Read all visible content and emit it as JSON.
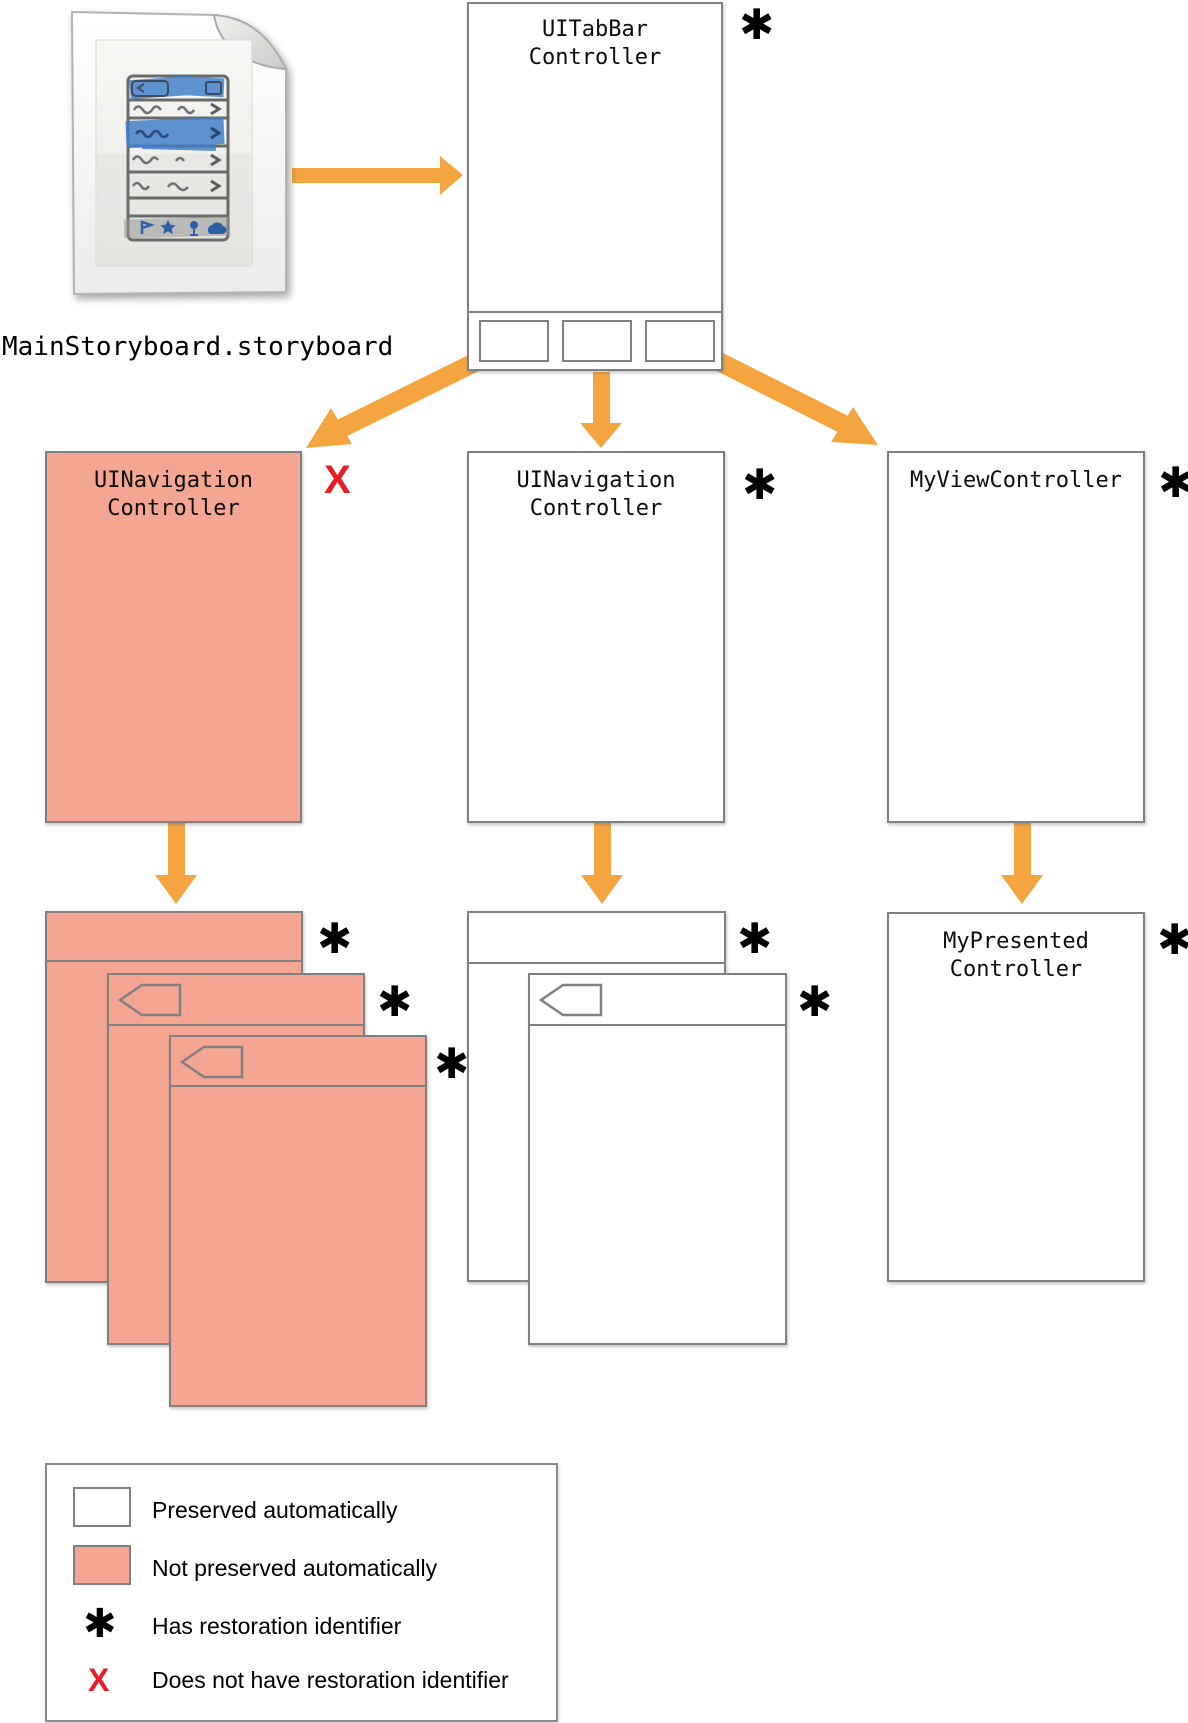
{
  "colors": {
    "arrow_orange": "#F5A540",
    "not_preserved_pink": "#F4A692",
    "box_border_gray": "#808080",
    "x_red": "#EC1B23",
    "text_black": "#000000"
  },
  "storyboard_file": {
    "icon": "storyboard-file-icon",
    "label": "MainStoryboard.storyboard"
  },
  "markers": {
    "asterisk": "✱",
    "x": "X"
  },
  "nodes": {
    "tabbar_controller": {
      "label": "UITabBar\nController",
      "marker": "asterisk",
      "preserved": true
    },
    "nav_controller_left": {
      "label": "UINavigation\nController",
      "marker": "x",
      "preserved": false
    },
    "nav_controller_mid": {
      "label": "UINavigation\nController",
      "marker": "asterisk",
      "preserved": true
    },
    "my_view_controller": {
      "label": "MyViewController",
      "marker": "asterisk",
      "preserved": true
    },
    "my_presented_controller": {
      "label": "MyPresented\nController",
      "marker": "asterisk",
      "preserved": true
    }
  },
  "stacks": {
    "left_pink_cards": {
      "count": 3,
      "preserved": false,
      "each_marker": "asterisk"
    },
    "middle_white_cards": {
      "count": 2,
      "preserved": true,
      "each_marker": "asterisk"
    }
  },
  "legend": {
    "items": [
      {
        "type": "swatch",
        "swatch_color": "#FFFFFF",
        "label": "Preserved automatically"
      },
      {
        "type": "swatch",
        "swatch_color": "#F4A692",
        "label": "Not preserved automatically"
      },
      {
        "type": "symbol",
        "symbol": "✱",
        "label": "Has restoration identifier"
      },
      {
        "type": "symbol",
        "symbol": "X",
        "label": "Does not have restoration identifier"
      }
    ]
  }
}
